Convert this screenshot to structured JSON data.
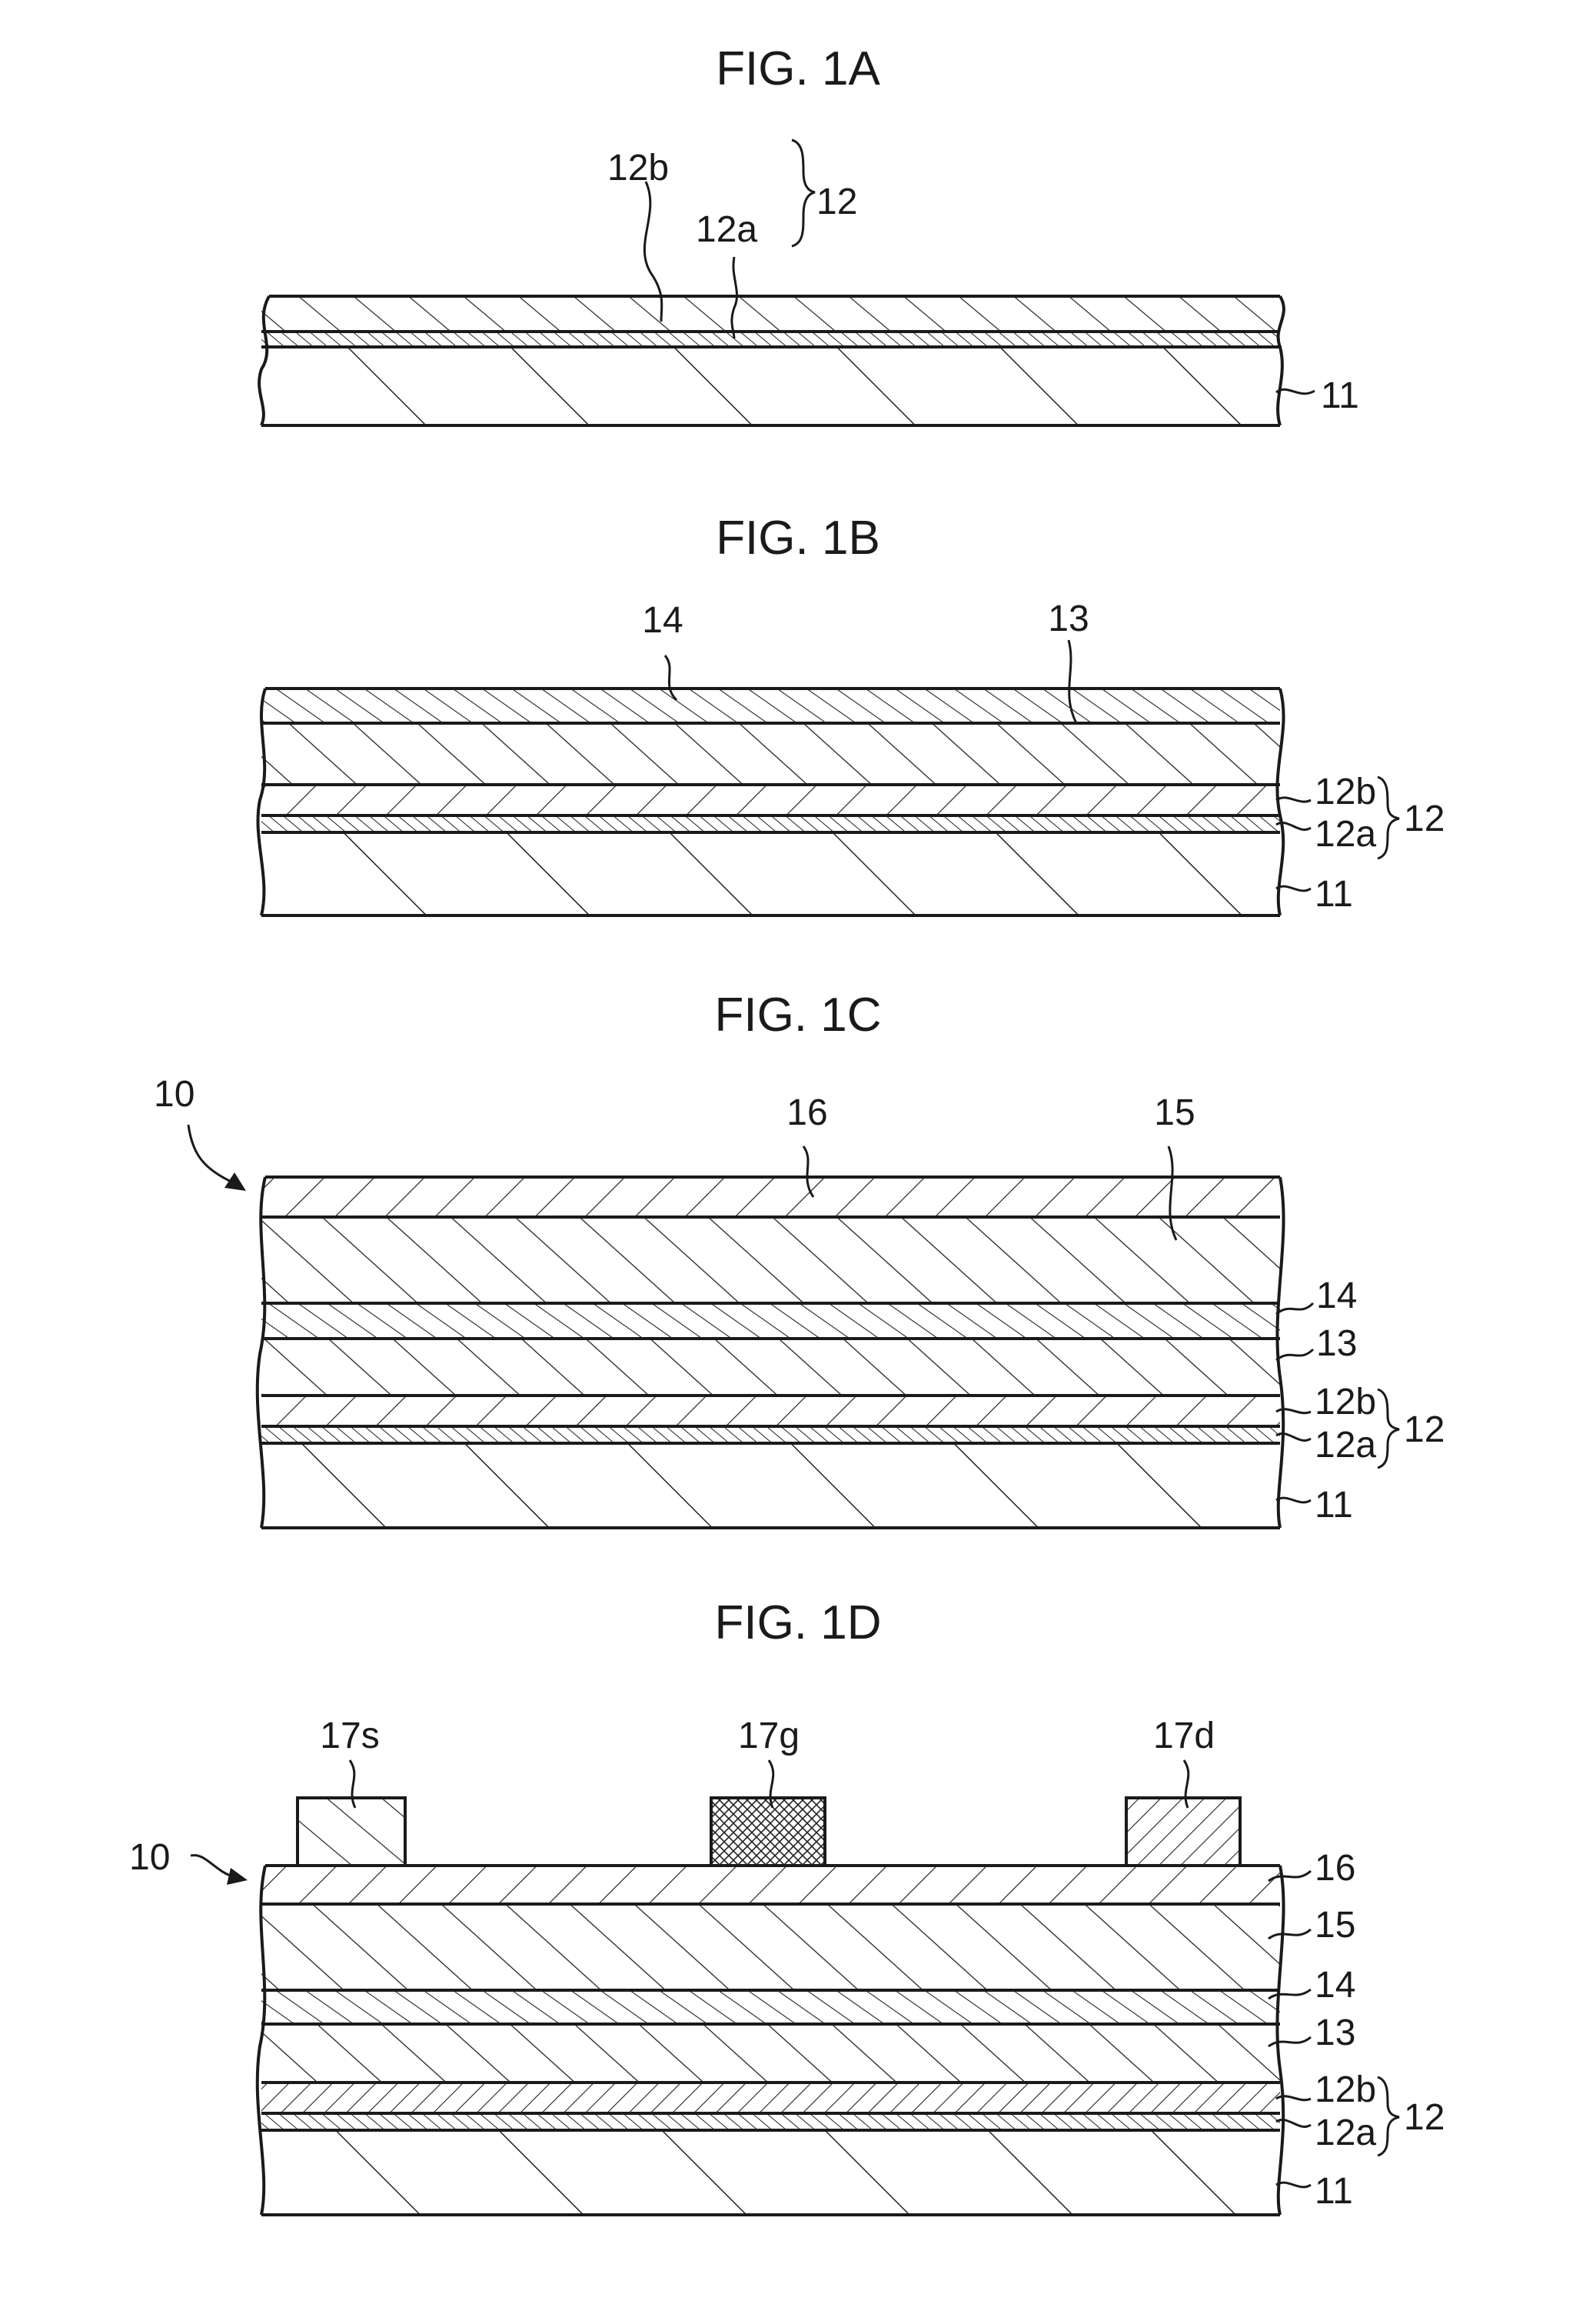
{
  "figures": [
    {
      "title": "FIG. 1A",
      "labels": {
        "layer_12b": "12b",
        "layer_12a": "12a",
        "group_12": "12",
        "substrate_11": "11"
      }
    },
    {
      "title": "FIG. 1B",
      "labels": {
        "layer_14": "14",
        "layer_13": "13",
        "layer_12b": "12b",
        "layer_12a": "12a",
        "group_12": "12",
        "substrate_11": "11"
      }
    },
    {
      "title": "FIG. 1C",
      "labels": {
        "device_10": "10",
        "layer_16": "16",
        "layer_15": "15",
        "layer_14": "14",
        "layer_13": "13",
        "layer_12b": "12b",
        "layer_12a": "12a",
        "group_12": "12",
        "substrate_11": "11"
      }
    },
    {
      "title": "FIG. 1D",
      "labels": {
        "electrode_17s": "17s",
        "electrode_17g": "17g",
        "electrode_17d": "17d",
        "device_10": "10",
        "layer_16": "16",
        "layer_15": "15",
        "layer_14": "14",
        "layer_13": "13",
        "layer_12b": "12b",
        "layer_12a": "12a",
        "group_12": "12",
        "substrate_11": "11"
      }
    }
  ]
}
